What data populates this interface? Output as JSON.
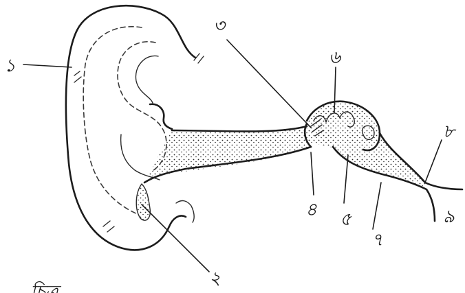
{
  "labels": {
    "l1": "১",
    "l2": "২",
    "l3": "৩",
    "l4": "৪",
    "l5": "৫",
    "l6": "৬",
    "l7": "৭",
    "l8": "৮",
    "l9": "৯"
  },
  "caption": "চিত্র"
}
